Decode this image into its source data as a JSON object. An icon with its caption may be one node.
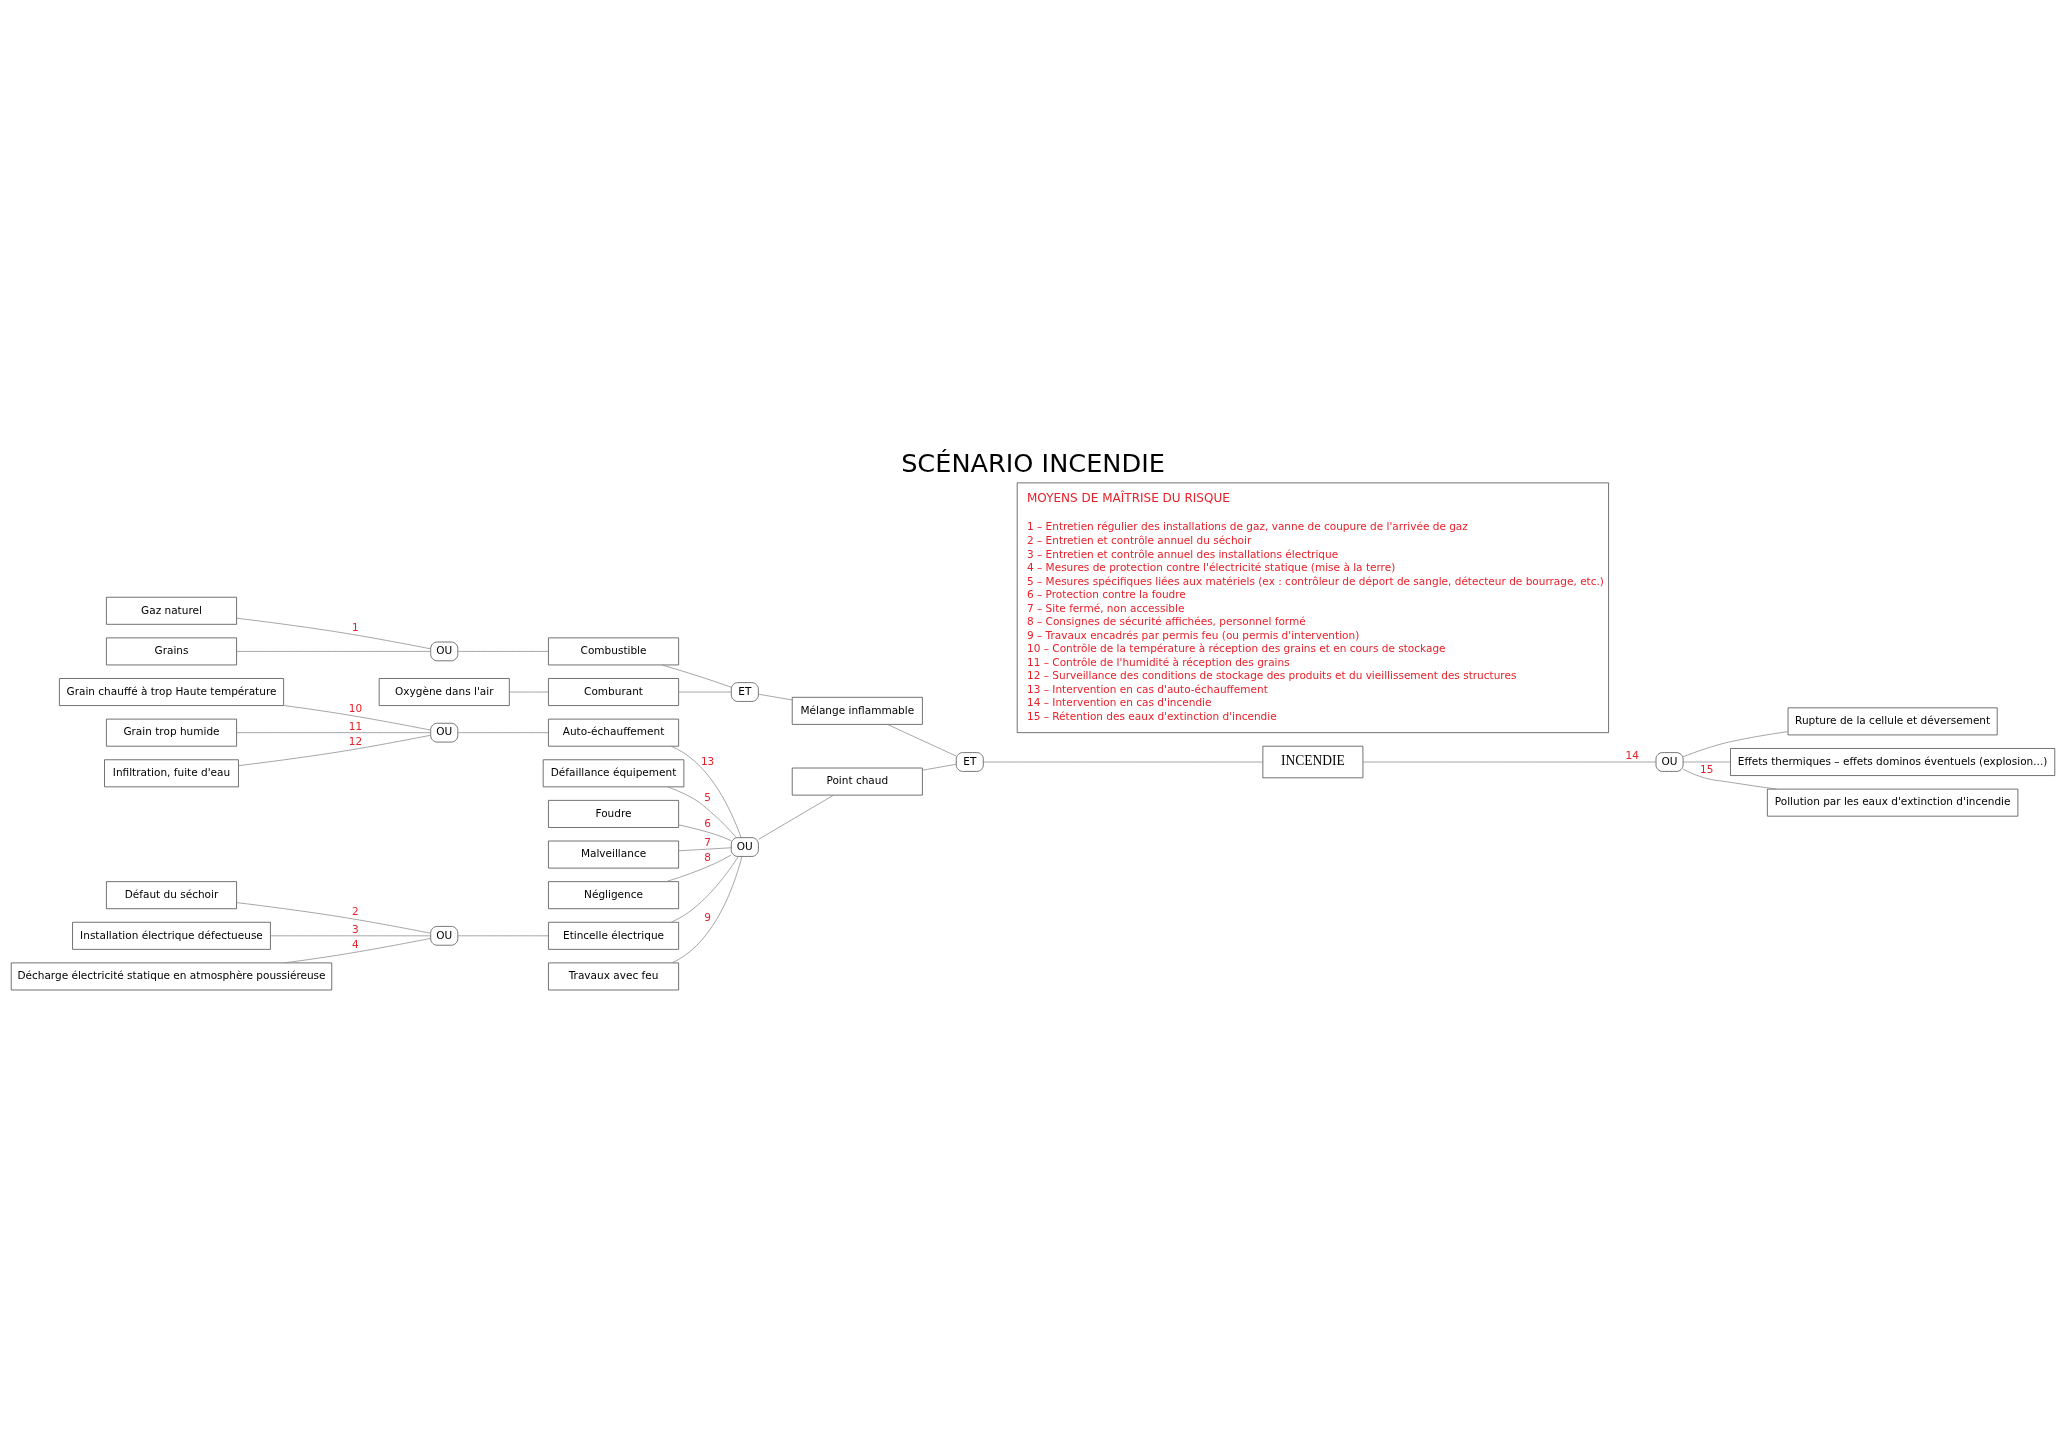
{
  "diagram": {
    "title": "SCÉNARIO INCENDIE",
    "nodes": [
      {
        "text": [
          "Oxygène dans l'air"
        ]
      },
      {
        "text": [
          "Comburant"
        ]
      },
      {
        "text": [
          "Gaz naturel"
        ]
      },
      {
        "text": [
          "OU"
        ]
      },
      {
        "text": [
          "Combustible"
        ]
      },
      {
        "text": [
          "ET"
        ]
      },
      {
        "text": [
          "Mélange inflammable"
        ]
      },
      {
        "text": [
          "Grains"
        ]
      },
      {
        "text": [
          "Rupture de la cellule et déversement"
        ]
      },
      {
        "text": [
          "Défaillance équipement"
        ]
      },
      {
        "text": [
          "Foudre"
        ]
      },
      {
        "text": [
          "Malveillance"
        ]
      },
      {
        "text": [
          "Défaut du séchoir"
        ]
      },
      {
        "text": [
          "Installation électrique défectueuse"
        ]
      },
      {
        "text": [
          "Négligence"
        ]
      },
      {
        "text": [
          "ET"
        ]
      },
      {
        "text": [
          "INCENDIE"
        ]
      },
      {
        "text": [
          "OU"
        ]
      },
      {
        "text": [
          "Effets thermiques – effets dominos éventuels (explosion...)"
        ]
      },
      {
        "text": [
          "OU"
        ]
      },
      {
        "text": [
          "Etincelle électrique"
        ]
      },
      {
        "text": [
          "OU"
        ]
      },
      {
        "text": [
          "Point chaud"
        ]
      },
      {
        "text": [
          "Décharge électricité statique en atmosphère poussiéreuse"
        ]
      },
      {
        "text": [
          "Travaux avec feu"
        ]
      },
      {
        "text": [
          "Pollution par les eaux d'extinction d'incendie"
        ]
      },
      {
        "text": [
          "MOYENS DE MAÎTRISE DU RISQUE",
          "1 – Entretien régulier des installations de gaz, vanne de coupure de l'arrivée de gaz",
          "2 – Entretien et contrôle annuel du séchoir",
          "3 – Entretien et contrôle annuel des installations électrique",
          "4 – Mesures de protection contre l'électricité statique (mise à la terre)",
          "5 – Mesures spécifiques liées aux matériels (ex : contrôleur de déport de sangle, détecteur de bourrage, etc.)",
          "6 – Protection contre la foudre",
          "7 – Site fermé, non accessible",
          "8 – Consignes de sécurité affichées, personnel formé",
          "9 – Travaux encadrés par permis feu (ou permis d'intervention)",
          "10 – Contrôle de la température à réception des grains et en cours de stockage",
          "11 – Contrôle de l'humidité à réception des grains",
          "12 – Surveillance des conditions de stockage des produits et du vieillissement des structures",
          "13 – Intervention en cas d'auto-échauffement",
          "14 – Intervention en cas d'incendie",
          "15 – Rétention des eaux d'extinction d'incendie"
        ]
      },
      {
        "text": [
          "Grain chauffé à trop Haute température"
        ]
      },
      {
        "text": [
          "OU"
        ]
      },
      {
        "text": [
          "Auto-échauffement"
        ]
      },
      {
        "text": [
          "Grain trop humide"
        ]
      },
      {
        "text": [
          "Infiltration, fuite d'eau"
        ]
      }
    ],
    "edges": [
      {
        "from": 0,
        "to": 1,
        "arrow": "none"
      },
      {
        "from": 2,
        "to": 3,
        "arrow": "none",
        "label": "1"
      },
      {
        "from": 7,
        "to": 3,
        "arrow": "none"
      },
      {
        "from": 3,
        "to": 4,
        "arrow": "none"
      },
      {
        "from": 1,
        "to": 5,
        "arrow": "none"
      },
      {
        "from": 4,
        "to": 5,
        "arrow": "none"
      },
      {
        "from": 5,
        "to": 6,
        "arrow": "none"
      },
      {
        "from": 6,
        "to": 15,
        "arrow": "none"
      },
      {
        "from": 9,
        "to": 21,
        "arrow": "none",
        "label": "5"
      },
      {
        "from": 10,
        "to": 21,
        "arrow": "none",
        "label": "6"
      },
      {
        "from": 11,
        "to": 21,
        "arrow": "none",
        "label": "7"
      },
      {
        "from": 14,
        "to": 21,
        "arrow": "none",
        "label": "8"
      },
      {
        "from": 20,
        "to": 21,
        "arrow": "none"
      },
      {
        "from": 24,
        "to": 21,
        "arrow": "none",
        "label": "9"
      },
      {
        "from": 29,
        "to": 21,
        "arrow": "none",
        "label": "13"
      },
      {
        "from": 21,
        "to": 22,
        "arrow": "none"
      },
      {
        "from": 22,
        "to": 15,
        "arrow": "none"
      },
      {
        "from": 15,
        "to": 16,
        "arrow": "none"
      },
      {
        "from": 16,
        "to": 17,
        "arrow": "none",
        "label": "14"
      },
      {
        "from": 17,
        "to": 8,
        "arrow": "none"
      },
      {
        "from": 17,
        "to": 18,
        "arrow": "none"
      },
      {
        "from": 17,
        "to": 25,
        "arrow": "none",
        "label": "15"
      },
      {
        "from": 12,
        "to": 19,
        "arrow": "none",
        "label": "2"
      },
      {
        "from": 13,
        "to": 19,
        "arrow": "none",
        "label": "3"
      },
      {
        "from": 23,
        "to": 19,
        "arrow": "none",
        "label": "4"
      },
      {
        "from": 19,
        "to": 20,
        "arrow": "none"
      },
      {
        "from": 27,
        "to": 28,
        "arrow": "none",
        "label": "10"
      },
      {
        "from": 30,
        "to": 28,
        "arrow": "none",
        "label": "11"
      },
      {
        "from": 31,
        "to": 28,
        "arrow": "none",
        "label": "12"
      },
      {
        "from": 28,
        "to": 29,
        "arrow": "none"
      }
    ]
  }
}
